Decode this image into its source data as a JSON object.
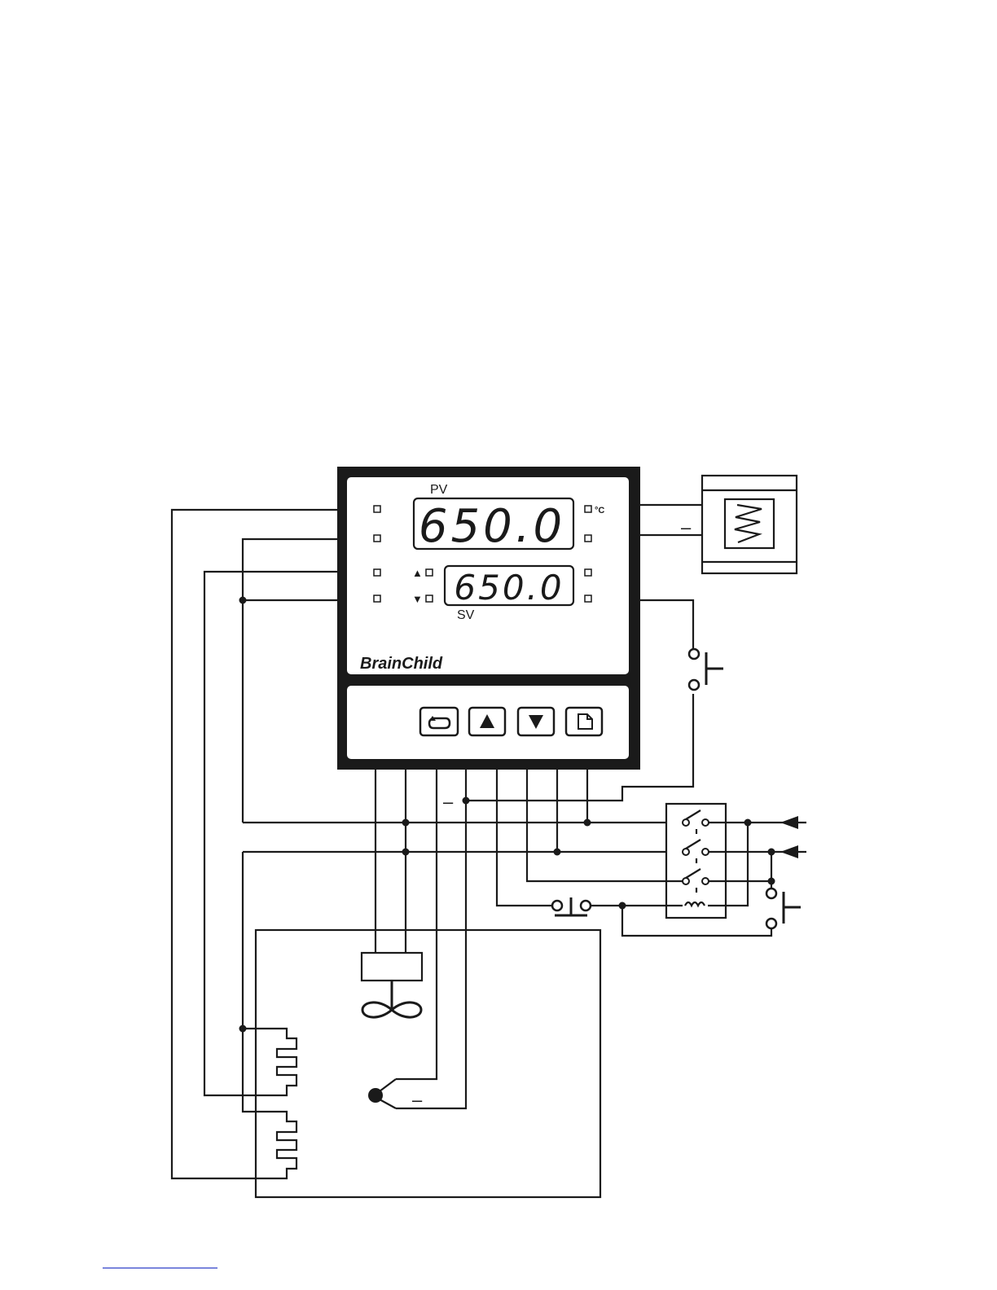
{
  "controller": {
    "pv_label": "PV",
    "sv_label": "SV",
    "pv_value": "650.0",
    "sv_value": "650.0",
    "unit": "°C",
    "brand": "BrainChild"
  },
  "symbols": {
    "minus": "–",
    "up_marker": "▲",
    "down_marker": "▼"
  },
  "keys": [
    {
      "name": "scroll-key",
      "icon": "loop-arrow-icon"
    },
    {
      "name": "up-key",
      "icon": "up-triangle-icon"
    },
    {
      "name": "down-key",
      "icon": "down-triangle-icon"
    },
    {
      "name": "page-key",
      "icon": "page-icon"
    }
  ]
}
